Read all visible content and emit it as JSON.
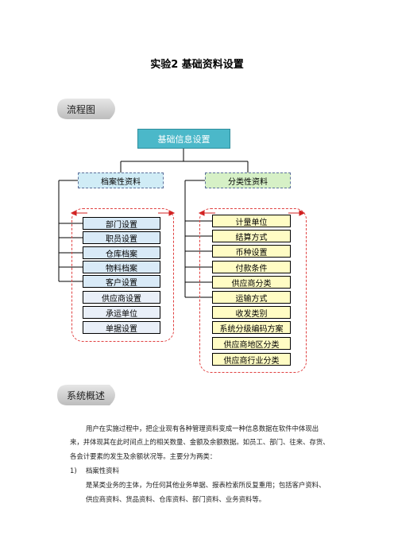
{
  "title": "实验2  基础资料设置",
  "section1": "流程图",
  "section2": "系统概述",
  "flow": {
    "root": "基础信息设置",
    "left_label": "档案性资料",
    "right_label": "分类性资料",
    "left_items": [
      "部门设置",
      "职员设置",
      "仓库档案",
      "物料档案",
      "客户设置",
      "供应商设置",
      "承运单位",
      "单据设置"
    ],
    "right_items": [
      "计量单位",
      "结算方式",
      "币种设置",
      "付款条件",
      "供应商分类",
      "运输方式",
      "收发类别",
      "系统分级编码方案",
      "供应商地区分类",
      "供应商行业分类"
    ]
  },
  "body": {
    "p1_line1": "用户在实施过程中，把企业现有各种管理资料变成一种信息数据在软件中体现出",
    "p1_line2": "来，并体现其在此时间点上的相关数量、金额及余额数据。如员工、部门、往来、存货、",
    "p1_line3": "各会计要素的发生及余额状况等。主要分为两类：",
    "item1_num": "1)",
    "item1_title": "档案性资料",
    "item1_line1": "是某类业务的主体，为任何其他业务单据、报表检索所反复重用；包括客户资料、",
    "item1_line2": "供应商资料、货品资料、仓库资料、部门资料、业务资料等。"
  }
}
